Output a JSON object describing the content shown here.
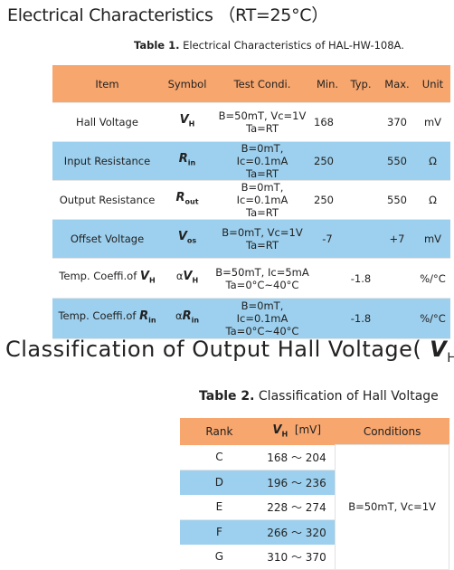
{
  "heading1": "Electrical Characteristics （RT=25°C）",
  "table1": {
    "caption_label": "Table 1.",
    "caption_text": "Electrical Characteristics of HAL-HW-108A.",
    "headers": [
      "Item",
      "Symbol",
      "Test Condi.",
      "Min.",
      "Typ.",
      "Max.",
      "Unit"
    ],
    "rows": [
      {
        "item": "Hall Voltage",
        "sym": "V",
        "sub": "H",
        "prefix": "",
        "cond1": "B=50mT, Vc=1V",
        "cond2": "Ta=RT",
        "min": "168",
        "typ": "",
        "max": "370",
        "unit": "mV"
      },
      {
        "item": "Input Resistance",
        "sym": "R",
        "sub": "in",
        "prefix": "",
        "cond1": "B=0mT, Ic=0.1mA",
        "cond2": "Ta=RT",
        "min": "250",
        "typ": "",
        "max": "550",
        "unit": "Ω"
      },
      {
        "item": "Output Resistance",
        "sym": "R",
        "sub": "out",
        "prefix": "",
        "cond1": "B=0mT, Ic=0.1mA",
        "cond2": "Ta=RT",
        "min": "250",
        "typ": "",
        "max": "550",
        "unit": "Ω"
      },
      {
        "item": "Offset Voltage",
        "sym": "V",
        "sub": "os",
        "prefix": "",
        "cond1": "B=0mT, Vc=1V",
        "cond2": "Ta=RT",
        "min": "-7",
        "typ": "",
        "max": "+7",
        "unit": "mV"
      },
      {
        "item": "Temp. Coeffi.of",
        "item_sym": "V",
        "item_sub": "H",
        "sym": "V",
        "sub": "H",
        "prefix": "α",
        "cond1": "B=50mT, Ic=5mA",
        "cond2": "Ta=0°C~40°C",
        "min": "",
        "typ": "-1.8",
        "max": "",
        "unit": "%/°C"
      },
      {
        "item": "Temp. Coeffi.of",
        "item_sym": "R",
        "item_sub": "in",
        "sym": "R",
        "sub": "in",
        "prefix": "α",
        "cond1": "B=0mT, Ic=0.1mA",
        "cond2": "Ta=0°C~40°C",
        "min": "",
        "typ": "-1.8",
        "max": "",
        "unit": "%/°C"
      }
    ]
  },
  "heading2": {
    "text": "Classification of Output Hall Voltage(",
    "sym": "V",
    "sub": "H",
    "close": ")"
  },
  "table2": {
    "caption_label": "Table 2.",
    "caption_text": "Classification of Hall Voltage",
    "headers": {
      "rank": "Rank",
      "sym": "V",
      "sub": "H",
      "unit": "[mV]",
      "conditions": "Conditions"
    },
    "rows": [
      {
        "rank": "C",
        "range": "168 ～ 204"
      },
      {
        "rank": "D",
        "range": "196 ～ 236"
      },
      {
        "rank": "E",
        "range": "228 ～ 274"
      },
      {
        "rank": "F",
        "range": "266 ～ 320"
      },
      {
        "rank": "G",
        "range": "310 ～ 370"
      }
    ],
    "conditions": "B=50mT, Vc=1V"
  }
}
